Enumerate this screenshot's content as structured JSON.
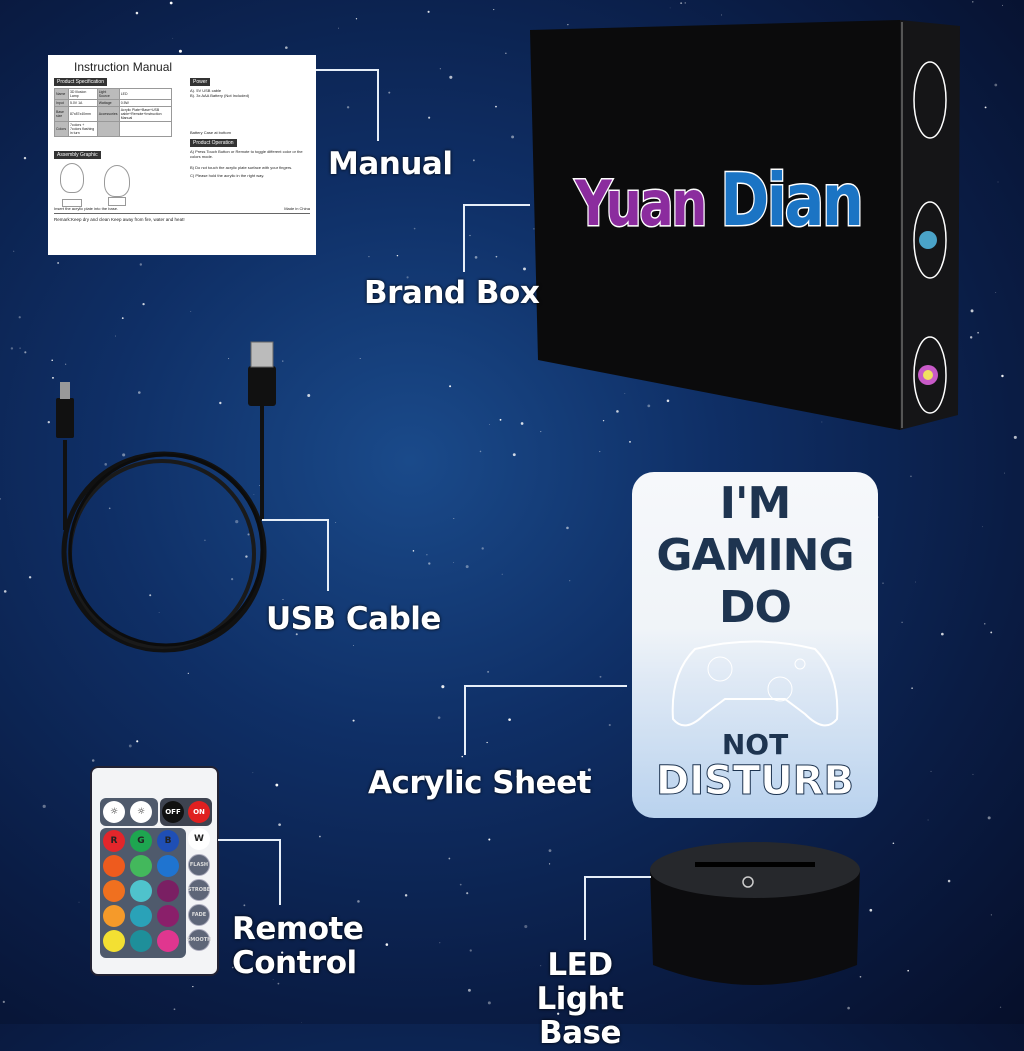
{
  "labels": {
    "manual": "Manual",
    "brand_box": "Brand Box",
    "usb_cable": "USB Cable",
    "acrylic_sheet": "Acrylic Sheet",
    "remote_control_line1": "Remote",
    "remote_control_line2": "Control",
    "led_base_line1": "LED Light",
    "led_base_line2": "Base"
  },
  "manual": {
    "title": "Instruction Manual",
    "spec_heading": "Product Specification",
    "spec_rows": [
      [
        "Name",
        "3D Illusion Lamp",
        "Light Source",
        "LED"
      ],
      [
        "Input",
        "5.0V 1A",
        "Wattage",
        "0.5W"
      ],
      [
        "Base size",
        "87x87x40mm",
        "Accessories",
        "Acrylic Plate+Base+USB cable+Remote+Instruction Manual"
      ],
      [
        "Colors",
        "7colors + 7colors flashing in turn",
        "",
        ""
      ]
    ],
    "assembly_heading": "Assembly Graphic",
    "assembly_caption": "Insert the acrylic plate into the base.",
    "power_heading": "Power",
    "power_a": "A). 5V USB cable",
    "power_b": "B). 3x AAA Battery (Not Included)",
    "battery_caption": "Battery Case at bottom",
    "operation_heading": "Product Operation",
    "operation_a": "A) Press Touch Button or Remote to toggle different color or the colors mode.",
    "operation_b": "B) Do not touch the acrylic plate surface with your fingers.",
    "operation_c": "C) Please hold the acrylic in the right way.",
    "remark": "Remark:Keep dry and clean Keep away from fire, water and heat!",
    "made_in": "Made in China"
  },
  "brand": {
    "word1": "Yuan",
    "word2": "Dian",
    "word1_color": "#8b2c9e",
    "word2_color": "#1b74c4"
  },
  "lamp": {
    "line1": "I'M",
    "line2": "GAMING",
    "line3": "DO",
    "line4": "NOT",
    "line5": "DISTURB"
  },
  "remote": {
    "off": "OFF",
    "on": "ON",
    "r": "R",
    "g": "G",
    "b": "B",
    "w": "W",
    "flash": "FLASH",
    "strobe": "STROBE",
    "fade": "FADE",
    "smooth": "SMOOTH",
    "colors": [
      "#e3262b",
      "#1ea650",
      "#1f4fb5",
      "#ee5b1e",
      "#43b85c",
      "#1f74d0",
      "#f0701f",
      "#4fc3cc",
      "#7a1f63",
      "#f59a2a",
      "#2aa2b8",
      "#8a1f6a",
      "#f3e032",
      "#1e8f9a",
      "#e0368f"
    ]
  }
}
